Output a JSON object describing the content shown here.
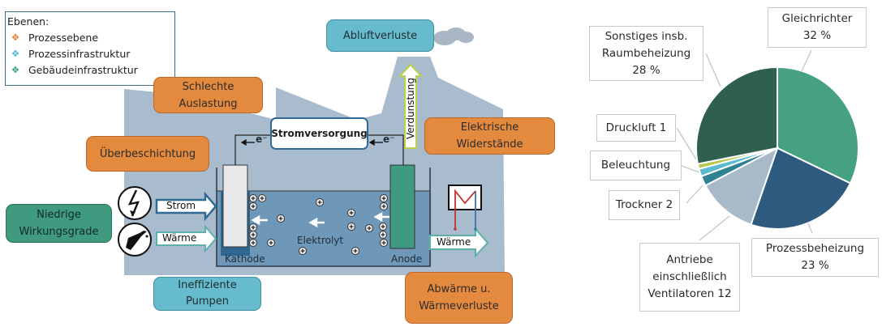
{
  "legend": {
    "title": "Ebenen:",
    "items": [
      {
        "label": "Prozessebene",
        "color": "#e07a2e"
      },
      {
        "label": "Prozessinfrastruktur",
        "color": "#4ab3d0"
      },
      {
        "label": "Gebäudeinfrastruktur",
        "color": "#2e9a72"
      }
    ],
    "bullet_glyph": "✥"
  },
  "loss_boxes": {
    "schlechte_auslastung": "Schlechte\nAuslastung",
    "ueberbeschichtung": "Überbeschichtung",
    "elektrische_widerstaende": "Elektrische\nWiderstände",
    "abwaerme": "Abwärme u.\nWärmeverluste",
    "abluftverluste": "Abluftverluste",
    "ineffiziente_pumpen": "Ineffiziente\nPumpen",
    "niedrige_wirkungsgrade": "Niedrige\nWirkungsgrade"
  },
  "process": {
    "stromversorgung": "Stromversorgung",
    "electron_label": "e⁻",
    "verdunstung": "Verdunstung",
    "strom_input": "Strom",
    "waerme_input": "Wärme",
    "waerme_output": "Wärme",
    "kathode": "Kathode",
    "anode": "Anode",
    "elektrolyt": "Elektrolyt",
    "ion_glyph": "⊕"
  },
  "icons": {
    "lightning": "lightning-icon",
    "fuel_pump": "fuel-nozzle-icon",
    "radiator": "heat-exchanger-icon"
  },
  "colors": {
    "factory": "#a9bccd",
    "electrolyte": "#6e97b8",
    "kathode": "#e8e8ea",
    "anode": "#3f9a80",
    "orange": "#e48a3e",
    "cyan": "#66bccd",
    "green": "#3f9a80"
  },
  "chart_data": {
    "type": "pie",
    "title": "",
    "unit": "%",
    "start": "12 o'clock, clockwise",
    "slices": [
      {
        "label": "Gleichrichter",
        "value": 32,
        "value_label": "32 %",
        "color": "#46a083"
      },
      {
        "label": "Prozessbeheizung",
        "value": 23,
        "value_label": "23 %",
        "color": "#2d5a7e"
      },
      {
        "label": "Antriebe einschließlich Ventilatoren",
        "value": 12,
        "value_label": "12",
        "color": "#a8b9ca"
      },
      {
        "label": "Trockner",
        "value": 2,
        "value_label": "2",
        "color": "#2f8294"
      },
      {
        "label": "Beleuchtung",
        "value": 1.5,
        "value_label": "",
        "color": "#5bbad0"
      },
      {
        "label": "Druckluft",
        "value": 1,
        "value_label": "1",
        "color": "#b3c94a"
      },
      {
        "label": "Sonstiges insb. Raumbeheizung",
        "value": 28,
        "value_label": "28 %",
        "color": "#2f604e"
      }
    ],
    "callouts": {
      "gleichrichter": [
        "Gleichrichter",
        "32 %"
      ],
      "sonstiges": [
        "Sonstiges insb.",
        "Raumbeheizung",
        "28 %"
      ],
      "druckluft": [
        "Druckluft 1"
      ],
      "beleuchtung": [
        "Beleuchtung"
      ],
      "trockner": [
        "Trockner 2"
      ],
      "antriebe": [
        "Antriebe",
        "einschließlich",
        "Ventilatoren 12"
      ],
      "prozessbeheizung": [
        "Prozessbeheizung",
        "23 %"
      ]
    }
  }
}
